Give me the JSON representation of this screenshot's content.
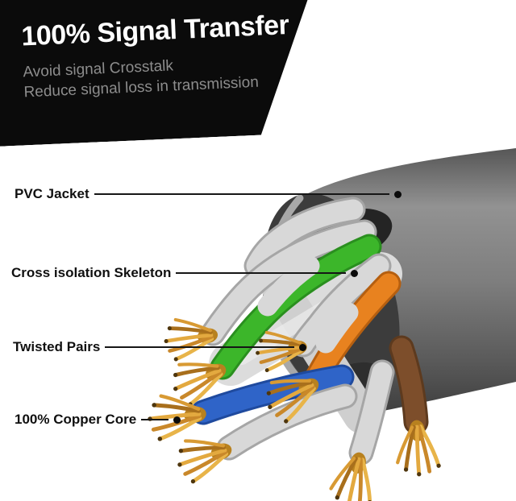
{
  "banner": {
    "title": "100% Signal Transfer",
    "subtitles": [
      "Avoid signal Crosstalk",
      "Reduce signal loss in transmission"
    ]
  },
  "labels": [
    {
      "text": "PVC Jacket"
    },
    {
      "text": "Cross isolation Skeleton"
    },
    {
      "text": "Twisted Pairs"
    },
    {
      "text": "100% Copper Core"
    }
  ],
  "colors": {
    "banner_bg": "#0b0b0b",
    "banner_title": "#ffffff",
    "banner_subtitle": "#8d8d8d",
    "label_text": "#101010",
    "leader_line": "#161616",
    "jacket_gray": "#7e7e7e",
    "skeleton_white": "#dcdcdc",
    "wire_green": "#3cb62a",
    "wire_orange": "#e8821f",
    "wire_blue": "#2f64c8",
    "wire_brown": "#7d4e2b",
    "wire_white": "#d8d8d8",
    "copper": "#cf8f2c"
  }
}
